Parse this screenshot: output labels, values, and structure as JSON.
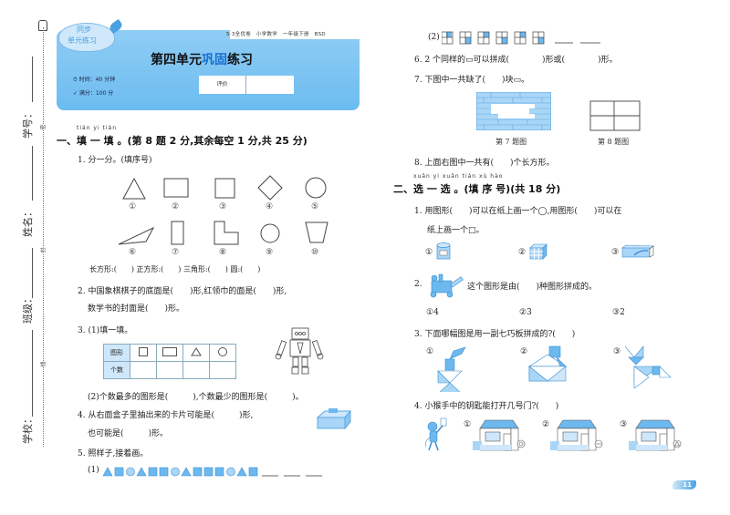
{
  "binding": {
    "labels": [
      "学号：",
      "姓名：",
      "班级：",
      "学校："
    ],
    "seal_chars": [
      "密",
      "封",
      "线"
    ]
  },
  "header": {
    "cloud_line1": "同步",
    "cloud_line2": "单元练习",
    "series_info": "5·3全优卷　小学数学　一年级下册　BSD",
    "title_pre": "第四单元",
    "title_highlight": "巩固",
    "title_post": "练习",
    "time": "⏱ 时间：40 分钟",
    "score": "✓ 满分：100 分",
    "eval_label": "评价",
    "eval_value": ""
  },
  "section1": {
    "pinyin": "tián  yi  tián",
    "title": "一、填 一 填 。(第 8 题 2 分,其余每空 1 分,共 25 分)",
    "q1": {
      "text": "1. 分一分。(填序号)",
      "shapes": [
        {
          "shape": "triangle",
          "label": "①"
        },
        {
          "shape": "rectangle",
          "label": "②"
        },
        {
          "shape": "square",
          "label": "③"
        },
        {
          "shape": "diamond-square",
          "label": "④"
        },
        {
          "shape": "circle",
          "label": "⑤"
        },
        {
          "shape": "obtuse-triangle",
          "label": "⑥"
        },
        {
          "shape": "tall-rectangle",
          "label": "⑦"
        },
        {
          "shape": "L-shape",
          "label": "⑧"
        },
        {
          "shape": "circle",
          "label": "⑨"
        },
        {
          "shape": "trapezoid",
          "label": "⑩"
        }
      ],
      "answers": "长方形:(　　) 正方形:(　　) 三角形:(　　) 圆:(　　)"
    },
    "q2": {
      "line1": "2. 中国象棋棋子的底面是(　　)形,红领巾的面是(　　)形,",
      "line2": "数学书的封面是(　　)形。"
    },
    "q3": {
      "text": "3. (1)填一填。",
      "table_row1_label": "图形",
      "table_row2_label": "个数",
      "table_shapes": [
        "square",
        "rectangle",
        "triangle",
        "circle"
      ],
      "part2": "(2)个数最多的图形是(　　　),个数最少的图形是(　　　)。"
    },
    "q4": {
      "line1": "4. 从右面盒子里抽出来的卡片可能是(　　　)形,",
      "line2": "也可能是(　　　)形。"
    },
    "q5": {
      "text": "5. 照样子,接着画。",
      "part1_label": "(1)",
      "part1_sequence": [
        "triangle",
        "square",
        "circle",
        "triangle",
        "square",
        "square",
        "circle",
        "triangle",
        "square",
        "square",
        "square",
        "circle",
        "triangle",
        "square"
      ],
      "part2_label": "(2)",
      "part2_grids": [
        "top-right",
        "bottom-right",
        "top-right",
        "bottom-right",
        "top-right",
        "bottom-right"
      ]
    },
    "q6": "6. 2 个同样的▭可以拼成(　　　　)形或(　　　　)形。",
    "q7": "7. 下图中一共缺了(　　)块▭。",
    "fig7_caption": "第 7 题图",
    "fig8_caption": "第 8 题图",
    "q8": "8. 上面右图中一共有(　　)个长方形。"
  },
  "section2": {
    "pinyin": "xuǎn yi xuǎn     tián xù hào",
    "title": "二、选 一 选 。(填 序 号)(共 18 分)",
    "q1": {
      "line1": "1. 用图形(　　)可以在纸上画一个◯,用图形(　　)可以在",
      "line2": "纸上画一个□。",
      "options": [
        "①",
        "②",
        "③"
      ]
    },
    "q2": {
      "text": "这个图形是由(　　)种图形拼成的。",
      "num": "2.",
      "options": [
        "①4",
        "②3",
        "③2"
      ]
    },
    "q3": {
      "text": "3. 下面哪幅图是用一副七巧板拼成的?(　　)",
      "options": [
        "①",
        "②",
        "③"
      ]
    },
    "q4": {
      "text": "4. 小猴手中的钥匙能打开几号门?(　　)",
      "options": [
        "①",
        "②",
        "③"
      ]
    }
  },
  "footer": {
    "page_number": "11"
  },
  "colors": {
    "accent_blue": "#6cbcf0",
    "title_highlight": "#1a6fd0",
    "fill_blue": "#6cb8ef"
  }
}
